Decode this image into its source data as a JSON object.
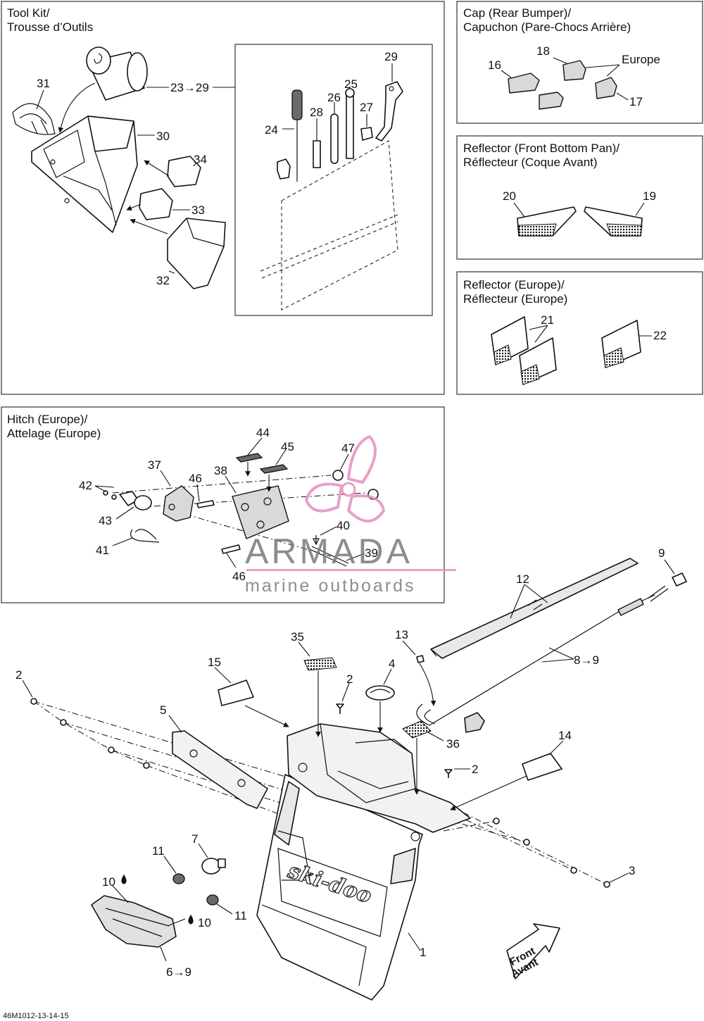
{
  "panels": {
    "tool_kit": {
      "title_line1": "Tool Kit/",
      "title_line2": "Trousse d’Outils"
    },
    "cap": {
      "title_line1": "Cap (Rear Bumper)/",
      "title_line2": "Capuchon (Pare-Chocs Arrière)",
      "region_note": "Europe"
    },
    "reflector_front": {
      "title_line1": "Reflector (Front Bottom Pan)/",
      "title_line2": "Réflecteur (Coque Avant)"
    },
    "reflector_europe": {
      "title_line1": "Reflector (Europe)/",
      "title_line2": "Réflecteur (Europe)"
    },
    "hitch": {
      "title_line1": "Hitch (Europe)/",
      "title_line2": "Attelage (Europe)"
    }
  },
  "labels": {
    "p1": "1",
    "p2a": "2",
    "p2b": "2",
    "p2c": "2",
    "p3": "3",
    "p4": "4",
    "p5": "5",
    "p6_9": "6→9",
    "p7": "7",
    "p8_9": "8→9",
    "p9": "9",
    "p10a": "10",
    "p10b": "10",
    "p11a": "11",
    "p11b": "11",
    "p12": "12",
    "p13": "13",
    "p14": "14",
    "p15": "15",
    "p16": "16",
    "p17": "17",
    "p18": "18",
    "p19": "19",
    "p20": "20",
    "p21": "21",
    "p22": "22",
    "p23_29": "23→29",
    "p24": "24",
    "p25": "25",
    "p26": "26",
    "p27": "27",
    "p28": "28",
    "p29": "29",
    "p30": "30",
    "p31": "31",
    "p32": "32",
    "p33": "33",
    "p34": "34",
    "p35": "35",
    "p36": "36",
    "p37": "37",
    "p38": "38",
    "p39": "39",
    "p40": "40",
    "p41": "41",
    "p42": "42",
    "p43": "43",
    "p44": "44",
    "p45": "45",
    "p46a": "46",
    "p46b": "46",
    "p47": "47"
  },
  "front_arrow": {
    "line1": "Front",
    "line2": "Avant"
  },
  "brand_logo": "ski-doo",
  "watermark": {
    "title": "ARMADA",
    "subtitle": "marine outboards",
    "accent_color": "#e58fc0"
  },
  "drawing_code": "46M1012-13-14-15"
}
